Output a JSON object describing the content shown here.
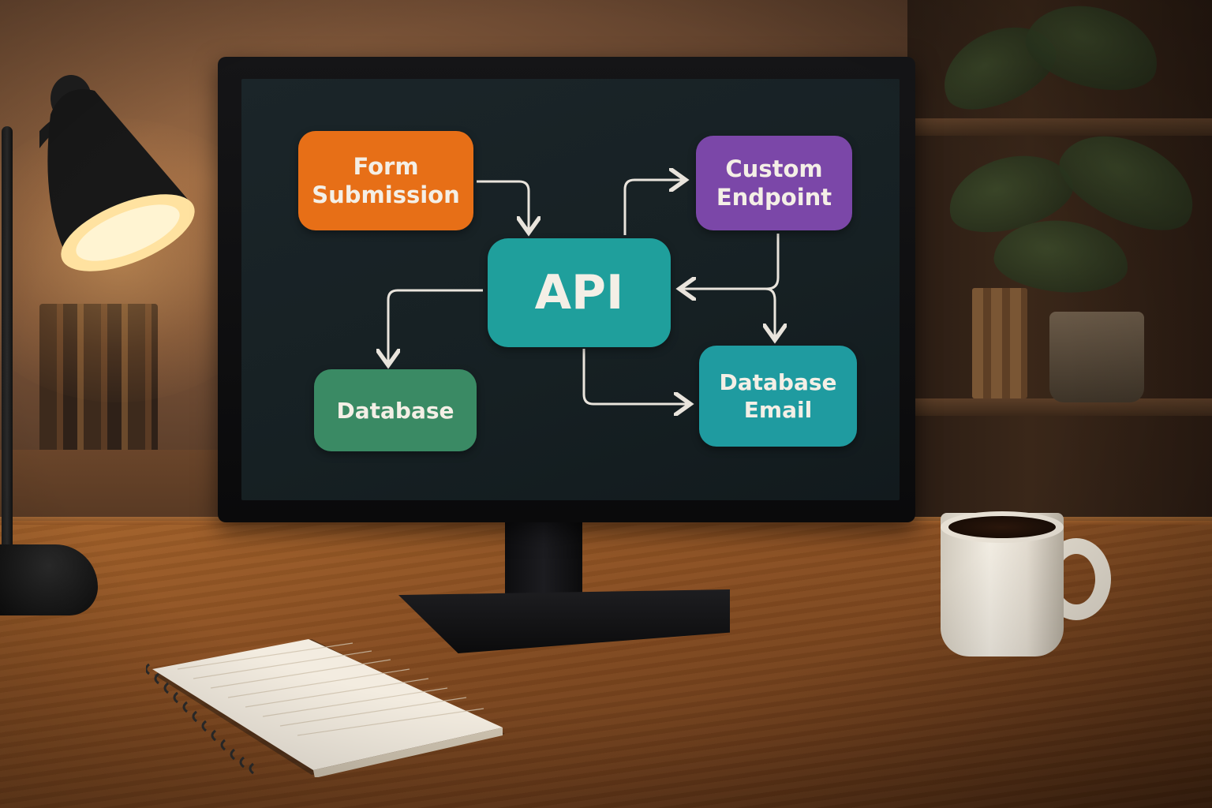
{
  "diagram": {
    "nodes": {
      "form_submission": {
        "label": "Form\nSubmission",
        "color": "#e76f17"
      },
      "custom_endpoint": {
        "label": "Custom\nEndpoint",
        "color": "#7b47a8"
      },
      "api": {
        "label": "API",
        "color": "#1f9f9c"
      },
      "database": {
        "label": "Database",
        "color": "#3a8a64"
      },
      "database_email": {
        "label": "Database\nEmail",
        "color": "#1f9ba0"
      }
    },
    "arrow_color": "#e9e4dc"
  },
  "scene_objects": {
    "lamp": "desk-lamp",
    "mug": "coffee-mug",
    "notebook": "spiral-notebook",
    "monitor": "monitor"
  }
}
